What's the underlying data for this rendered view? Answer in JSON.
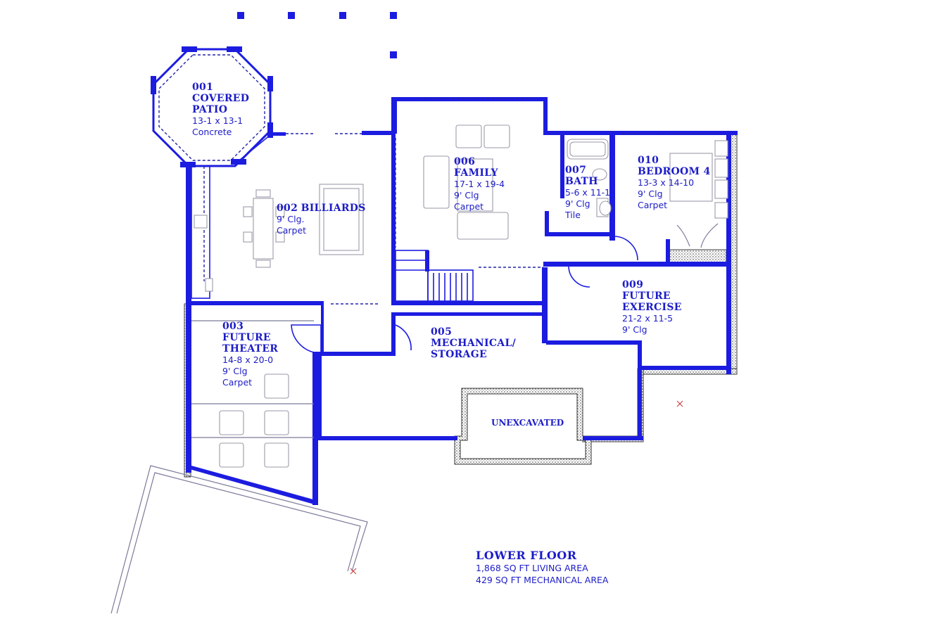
{
  "rooms": {
    "patio": {
      "num": "001",
      "name": "COVERED",
      "name2": "PATIO",
      "dims": "13-1 x 13-1",
      "note": "Concrete"
    },
    "billiards": {
      "num": "002",
      "name": "BILLIARDS",
      "ceiling": "9' Clg.",
      "floor": "Carpet"
    },
    "theater": {
      "num": "003",
      "name": "FUTURE",
      "name2": "THEATER",
      "dims": "14-8 x 20-0",
      "ceiling": "9' Clg",
      "floor": "Carpet"
    },
    "mech": {
      "num": "005",
      "name": "MECHANICAL/",
      "name2": "STORAGE"
    },
    "family": {
      "num": "006",
      "name": "FAMILY",
      "dims": "17-1 x 19-4",
      "ceiling": "9' Clg",
      "floor": "Carpet"
    },
    "bath": {
      "num": "007",
      "name": "BATH",
      "dims": "5-6 x 11-1",
      "ceiling": "9' Clg",
      "floor": "Tile"
    },
    "exercise": {
      "num": "009",
      "name": "FUTURE",
      "name2": "EXERCISE",
      "dims": "21-2 x 11-5",
      "ceiling": "9' Clg"
    },
    "bedroom": {
      "num": "010",
      "name": "BEDROOM 4",
      "dims": "13-3 x 14-10",
      "ceiling": "9' Clg",
      "floor": "Carpet"
    },
    "unexcavated": {
      "name": "UNEXCAVATED"
    }
  },
  "legend": {
    "title": "LOWER FLOOR",
    "living": "1,868 SQ FT LIVING AREA",
    "mechanical": "429 SQ FT MECHANICAL AREA"
  },
  "colors": {
    "wall": "#1c1ce0",
    "text": "#1c1cc8",
    "gravel": "#3a3a3a"
  }
}
